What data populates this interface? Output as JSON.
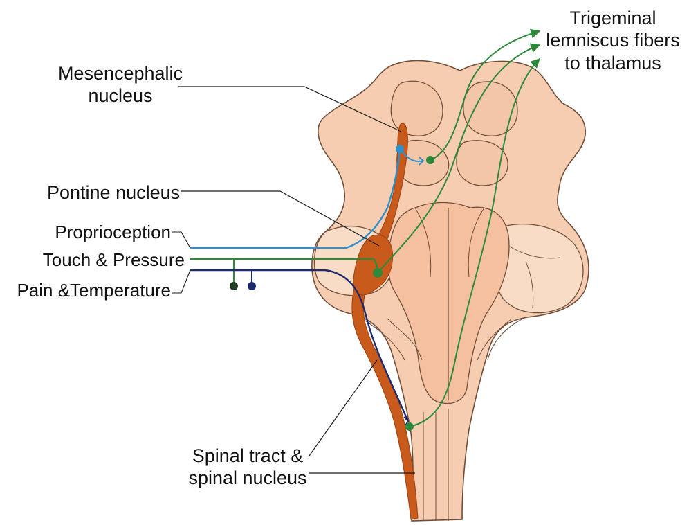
{
  "labels": {
    "trigeminal_lemniscus": [
      "Trigeminal",
      "lemniscus fibers",
      "to thalamus"
    ],
    "mesencephalic": [
      "Mesencephalic",
      "nucleus"
    ],
    "pontine": "Pontine nucleus",
    "proprioception": "Proprioception",
    "touch_pressure": "Touch & Pressure",
    "pain_temperature": "Pain &Temperature",
    "spinal_tract": [
      "Spinal tract &",
      "spinal nucleus"
    ]
  },
  "colors": {
    "brainstem_fill": "#f6cdb0",
    "brainstem_stroke": "#6e4e3a",
    "nucleus": "#c85a1c",
    "proprioception_fiber": "#2f8fcd",
    "touch_fiber": "#2e8a3b",
    "pain_fiber": "#1c2a6e",
    "leader_line": "#1a1a1a"
  }
}
